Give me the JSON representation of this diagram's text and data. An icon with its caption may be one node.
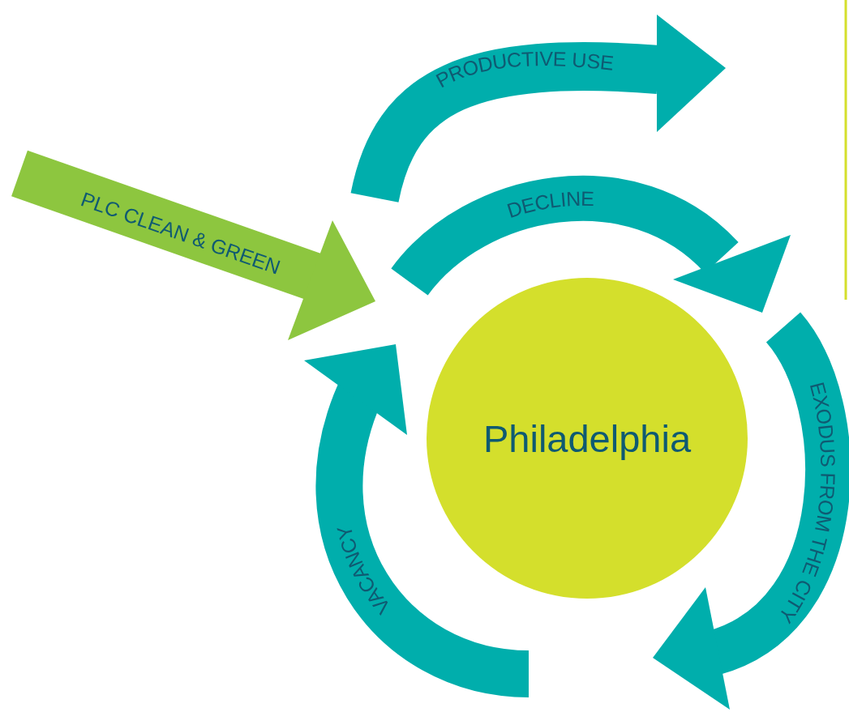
{
  "diagram": {
    "nodes": [
      {
        "text": [
          "Philadelphia"
        ]
      }
    ],
    "edges": [],
    "labels": [
      "PRODUCTIVE USE",
      "DECLINE",
      "PLC CLEAN & GREEN",
      "EXODUS FROM THE CITY",
      "VACANCY"
    ]
  }
}
